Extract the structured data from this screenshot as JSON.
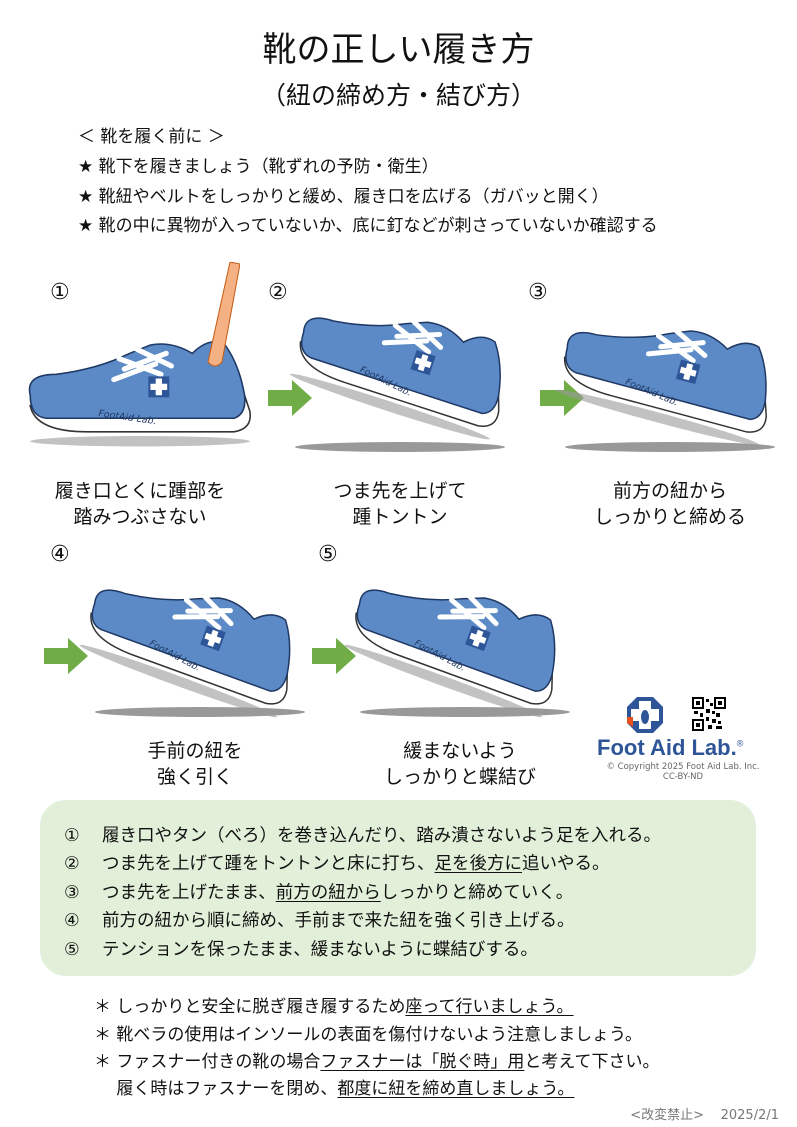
{
  "title": "靴の正しい履き方",
  "subtitle": "（紐の締め方・結び方）",
  "before": {
    "heading": "＜ 靴を履く前に ＞",
    "items": [
      "★ 靴下を履きましょう（靴ずれの予防・衛生）",
      "★ 靴紐やベルトをしっかりと緩め、履き口を広げる（ガバッと開く）",
      "★ 靴の中に異物が入っていないか、底に釘などが刺さっていないか確認する"
    ]
  },
  "steps": [
    {
      "num": "①",
      "line1": "履き口とくに踵部を",
      "line2": "踏みつぶさない",
      "shoe_text": "FootAid Lab."
    },
    {
      "num": "②",
      "line1": "つま先を上げて",
      "line2": "踵トントン",
      "shoe_text": "FootAid Lab."
    },
    {
      "num": "③",
      "line1": "前方の紐から",
      "line2": "しっかりと締める",
      "shoe_text": "FootAid Lab."
    },
    {
      "num": "④",
      "line1": "手前の紐を",
      "line2": "強く引く",
      "shoe_text": "FootAid Lab."
    },
    {
      "num": "⑤",
      "line1": "緩まないよう",
      "line2": "しっかりと蝶結び",
      "shoe_text": "FootAid Lab."
    }
  ],
  "logo": {
    "brand": "Foot Aid Lab.",
    "reg": "®",
    "copyright": "© Copyright 2025 Foot Aid Lab. Inc.",
    "license": "CC-BY-ND"
  },
  "instructions": [
    {
      "num": "①",
      "a": "履き口やタン（べろ）を巻き込んだり、踏み潰さないよう足を入れる。",
      "u": "",
      "b": ""
    },
    {
      "num": "②",
      "a": "つま先を上げて踵をトントンと床に打ち、",
      "u": "足を後方に",
      "b": "追いやる。"
    },
    {
      "num": "③",
      "a": "つま先を上げたまま、",
      "u": "前方の紐から",
      "b": "しっかりと締めていく。"
    },
    {
      "num": "④",
      "a": "前方の紐から順に締め、手前まで来た紐を強く引き上げる。",
      "u": "",
      "b": ""
    },
    {
      "num": "⑤",
      "a": "テンションを保ったまま、緩まないように蝶結びする。",
      "u": "",
      "b": ""
    }
  ],
  "notes": [
    {
      "a": "＊ しっかりと安全に脱ぎ履き履するため",
      "u": "座って行いましょう。",
      "b": ""
    },
    {
      "a": "＊ 靴ベラの使用はインソールの表面を傷付けないよう注意しましょう。",
      "u": "",
      "b": ""
    },
    {
      "a": "＊ ファスナー付きの靴の場合",
      "u": "ファスナーは「脱ぐ時」用",
      "b": "と考えて下さい。"
    },
    {
      "a": "　 履く時はファスナーを閉め、",
      "u": "都度に紐を締め直しましょう。",
      "b": ""
    }
  ],
  "footer": {
    "notice": "<改変禁止>",
    "date": "2025/2/1"
  },
  "colors": {
    "shoe": "#5b8ac6",
    "arrow": "#70ad47",
    "box": "#e2efd9",
    "brand": "#2e5597"
  }
}
